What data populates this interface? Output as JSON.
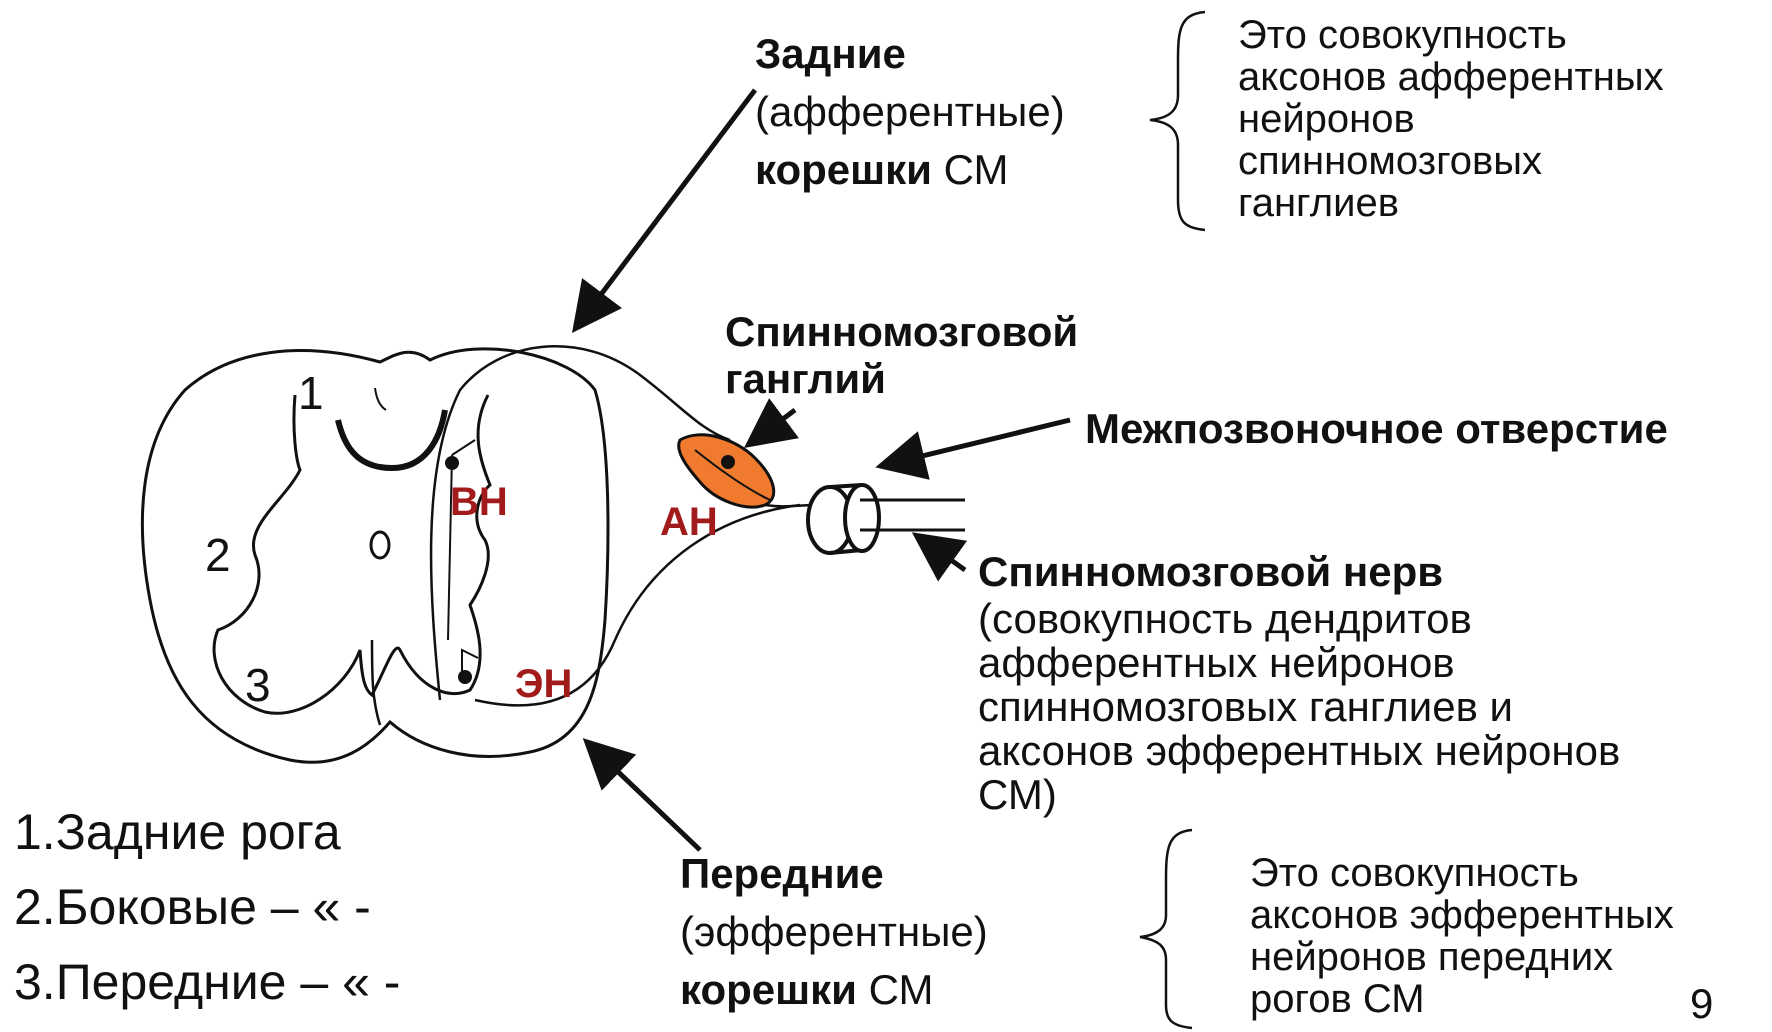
{
  "dorsal_root": {
    "title": "Задние",
    "subtitle": "(афферентные)",
    "line3_bold": "корешки",
    "line3_rest": " СМ",
    "note_lines": [
      "Это совокупность",
      "аксонов афферентных",
      "нейронов",
      "спинномозговых",
      "ганглиев"
    ]
  },
  "ganglion": {
    "lines": [
      "Спинномозговой",
      "ганглий"
    ]
  },
  "foramen": {
    "label": "Межпозвоночное отверстие"
  },
  "nerve": {
    "title": "Спинномозговой нерв",
    "desc_lines": [
      "(совокупность дендритов",
      "афферентных нейронов",
      "спинномозговых ганглиев и",
      "аксонов эфферентных нейронов",
      "СМ)"
    ]
  },
  "ventral_root": {
    "title": "Передние",
    "subtitle": "(эфферентные)",
    "line3_bold": "корешки",
    "line3_rest": " СМ",
    "note_lines": [
      "Это совокупность",
      "аксонов эфферентных",
      "нейронов передних",
      "рогов СМ"
    ]
  },
  "horn_numbers": [
    "1",
    "2",
    "3"
  ],
  "legend": [
    "1.Задние рога",
    "2.Боковые – « -",
    "3.Передние – « -"
  ],
  "neuron_labels": {
    "interneuron": "ВН",
    "afferent": "АН",
    "efferent": "ЭН"
  },
  "page_number": "9",
  "colors": {
    "ganglion_fill": "#f07b2e",
    "neuron_label": "#a11b1b",
    "line": "#111111"
  }
}
